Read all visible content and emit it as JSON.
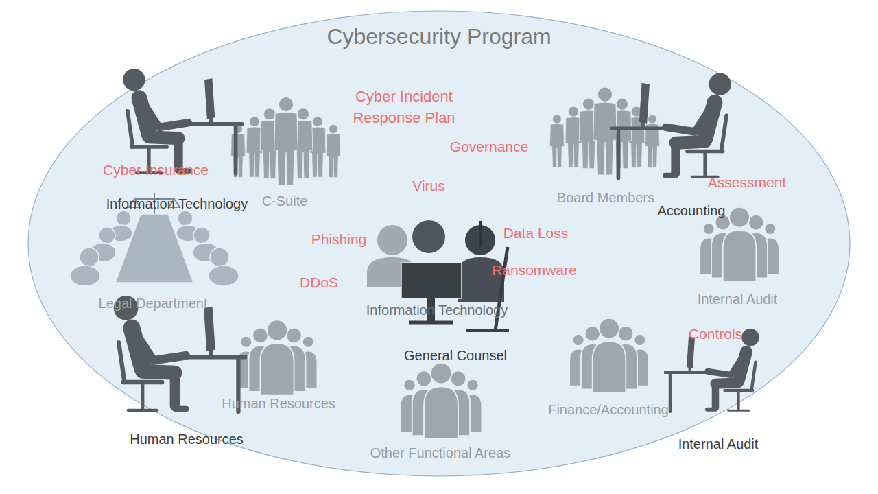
{
  "diagram": {
    "nodes": [
      {
        "text": [
          "Cybersecurity Program"
        ]
      }
    ],
    "labels": [
      "Cyber Incident Response Plan",
      "Governance",
      "Cyber Insurance",
      "Virus",
      "Assessment",
      "Board Members",
      "C-Suite",
      "Information Technology",
      "Accounting",
      "Data Loss",
      "Phishing",
      "Ransomware",
      "DDoS",
      "Internal Audit",
      "Legal Department",
      "Information Technology",
      "Controls",
      "General Counsel",
      "Human Resources",
      "Finance/Accounting",
      "Human Resources",
      "Internal Audit",
      "Other Functional Areas"
    ]
  }
}
